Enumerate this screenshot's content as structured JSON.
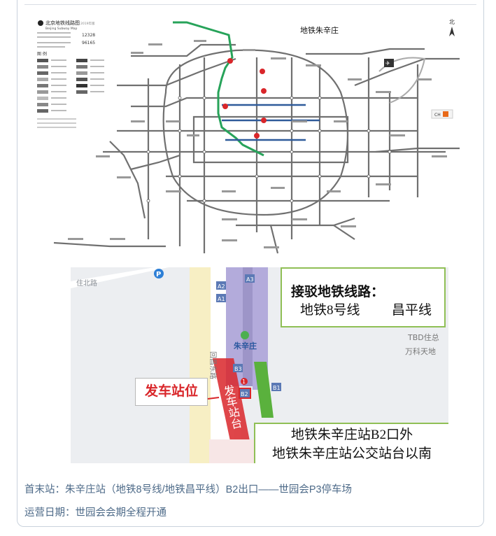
{
  "map": {
    "logo_title": "北京地铁线路图",
    "logo_year": "2019年版",
    "logo_subtitle": "Beijing Subway Map",
    "hotline_1": "12328",
    "hotline_2": "96165",
    "legend_title": "图 例",
    "station_label": "地铁朱辛庄",
    "north_label": "北",
    "lang_badge": "CH"
  },
  "location_map": {
    "callout_title": "接驳地铁线路：",
    "callout_line_1": "地铁8号线",
    "callout_line_2": "昌平线",
    "station_name": "朱辛庄",
    "departure_label": "发车站位",
    "platform_label": "发车站台",
    "exit_note_1": "地铁朱辛庄站B2口外",
    "exit_note_2": "地铁朱辛庄站公交站台以南",
    "road_left": "回昌东路",
    "road_top": "住北路",
    "poi_right_1": "TBD住总",
    "poi_right_2": "万科天地",
    "exits": {
      "a1": "A1",
      "a2": "A2",
      "a3": "A3",
      "b1": "B1",
      "b2": "B2",
      "b3": "B3"
    },
    "platform_number": "1",
    "parking": "P"
  },
  "info": {
    "route_line": "首末站：朱辛庄站（地铁8号线/地铁昌平线）B2出口——世园会P3停车场",
    "date_line": "运营日期：世园会会期全程开通"
  },
  "colors": {
    "line_green": "#27a35a",
    "line_blue": "#2f5b9a",
    "accent_red": "#d9262a",
    "text_blue": "#4d6a88",
    "callout_border": "#8fbf55"
  }
}
